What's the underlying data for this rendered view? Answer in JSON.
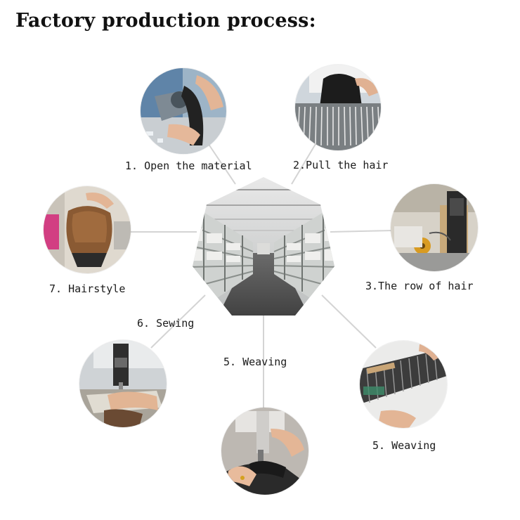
{
  "title": "Factory production process:",
  "center": {
    "photo": "factory-warehouse-shelves-photo"
  },
  "steps": [
    {
      "label": "1. Open the material",
      "photo": "open-material-photo"
    },
    {
      "label": "2.Pull the hair",
      "photo": "pull-hair-photo"
    },
    {
      "label": "3.The row of hair",
      "photo": "row-of-hair-photo"
    },
    {
      "label": "5. Weaving",
      "photo": "weaving-photo"
    },
    {
      "label": "5. Weaving",
      "photo": "weaving-machine-photo"
    },
    {
      "label": "6. Sewing",
      "photo": "sewing-photo"
    },
    {
      "label": "7. Hairstyle",
      "photo": "hairstyle-photo"
    }
  ],
  "colors": {
    "connector": "#d4d4d4",
    "title": "#111111",
    "label": "#1a1a1a"
  }
}
